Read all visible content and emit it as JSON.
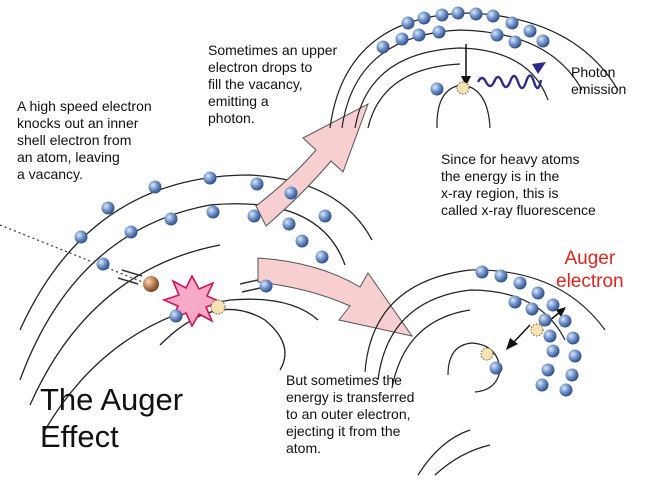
{
  "captions": {
    "knockout": "A high speed electron\nknocks out an inner\nshell electron from\nan atom, leaving\na vacancy.",
    "drop": "Sometimes an upper\nelectron drops to\nfill the vacancy,\nemitting a\nphoton.",
    "photon": "Photon\nemission",
    "fluorescence": "Since for heavy atoms\nthe energy is in the\nx-ray region, this is\ncalled x-ray fluorescence",
    "transfer": "But sometimes the\nenergy is transferred\nto an outer electron,\nejecting it from the\natom.",
    "auger_electron": "Auger\nelectron",
    "title": "The Auger\nEffect"
  },
  "colors": {
    "electron": "#4e77b5",
    "arrow_fill": "#f7cfd1",
    "photon_wave": "#2b2b8c",
    "burst_fill": "#f7a9c8",
    "burst_stroke": "#d2145a",
    "incident_electron": "#b77a4a",
    "auger_text": "#e0241b",
    "vacancy": "#f6e2b4"
  }
}
